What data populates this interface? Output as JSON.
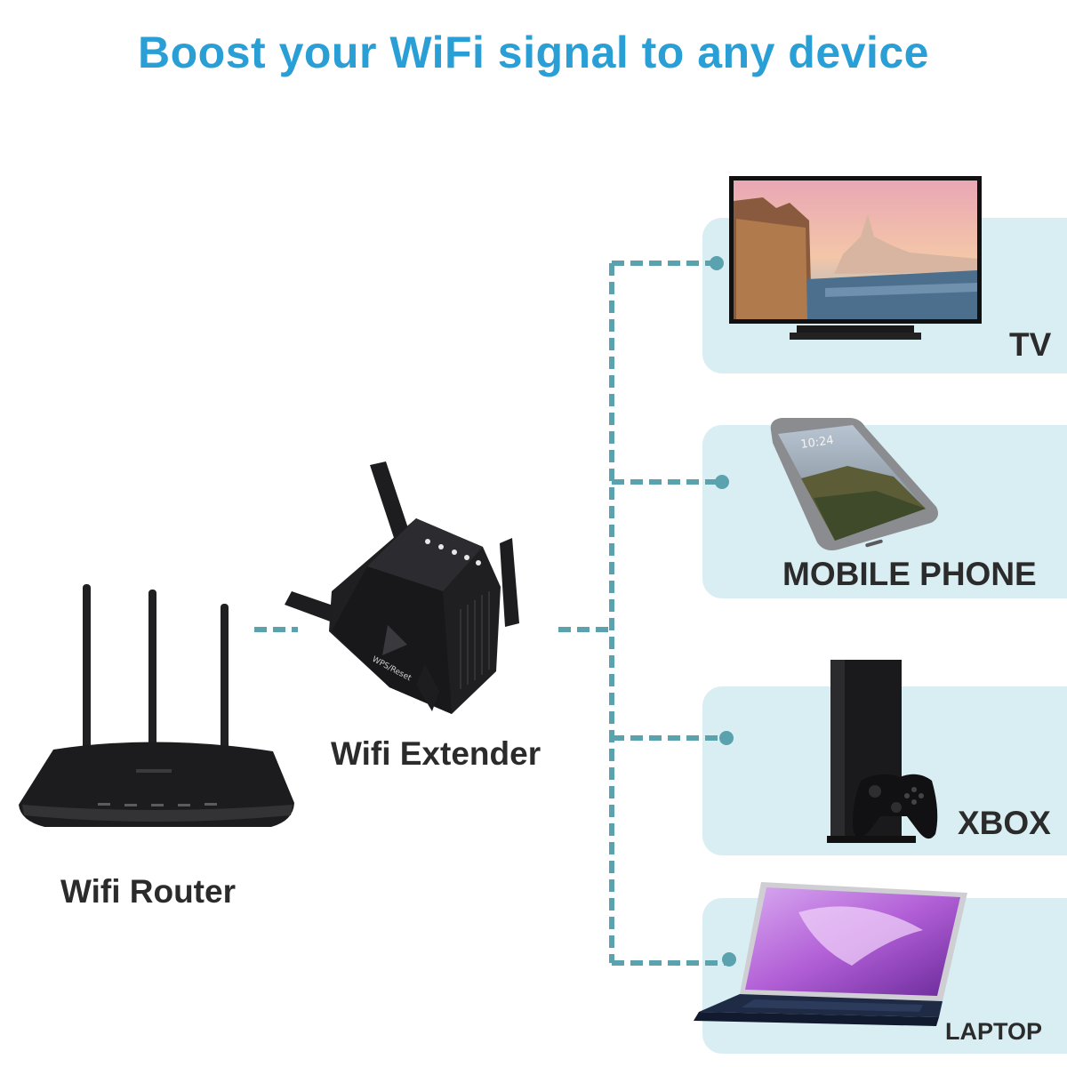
{
  "title": "Boost your WiFi signal to any device",
  "labels": {
    "router": "Wifi Router",
    "extender": "Wifi Extender",
    "extender_button": "WPS/Reset",
    "tv": "TV",
    "phone": "MOBILE PHONE",
    "xbox": "XBOX",
    "laptop": "LAPTOP"
  },
  "icons": {
    "router": "wifi-router-icon",
    "extender": "wifi-extender-icon",
    "tv": "tv-icon",
    "phone": "mobile-phone-icon",
    "xbox": "xbox-console-icon",
    "laptop": "laptop-icon"
  },
  "colors": {
    "title": "#2a9fd6",
    "panel": "#d8eef3",
    "connector": "#5aa2ad",
    "device_dark": "#1e1e20"
  }
}
